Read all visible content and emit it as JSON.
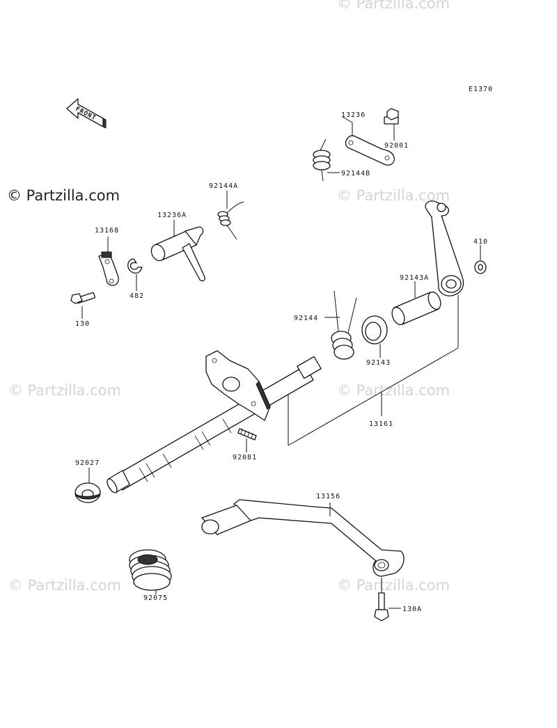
{
  "diagram": {
    "code": "E1370",
    "front_label": "FRONT",
    "watermark": "© Partzilla.com",
    "watermark_primary": "© Partzilla.com",
    "parts": {
      "p13236": "13236",
      "p92001": "92001",
      "p92144b": "92144B",
      "p92144a": "92144A",
      "p13236a": "13236A",
      "p13168": "13168",
      "p482": "482",
      "p130": "130",
      "p410": "410",
      "p92143a": "92143A",
      "p92144": "92144",
      "p92143": "92143",
      "p13161": "13161",
      "p92081": "92081",
      "p92027": "92027",
      "p13156": "13156",
      "p92075": "92075",
      "p130a": "130A"
    }
  }
}
